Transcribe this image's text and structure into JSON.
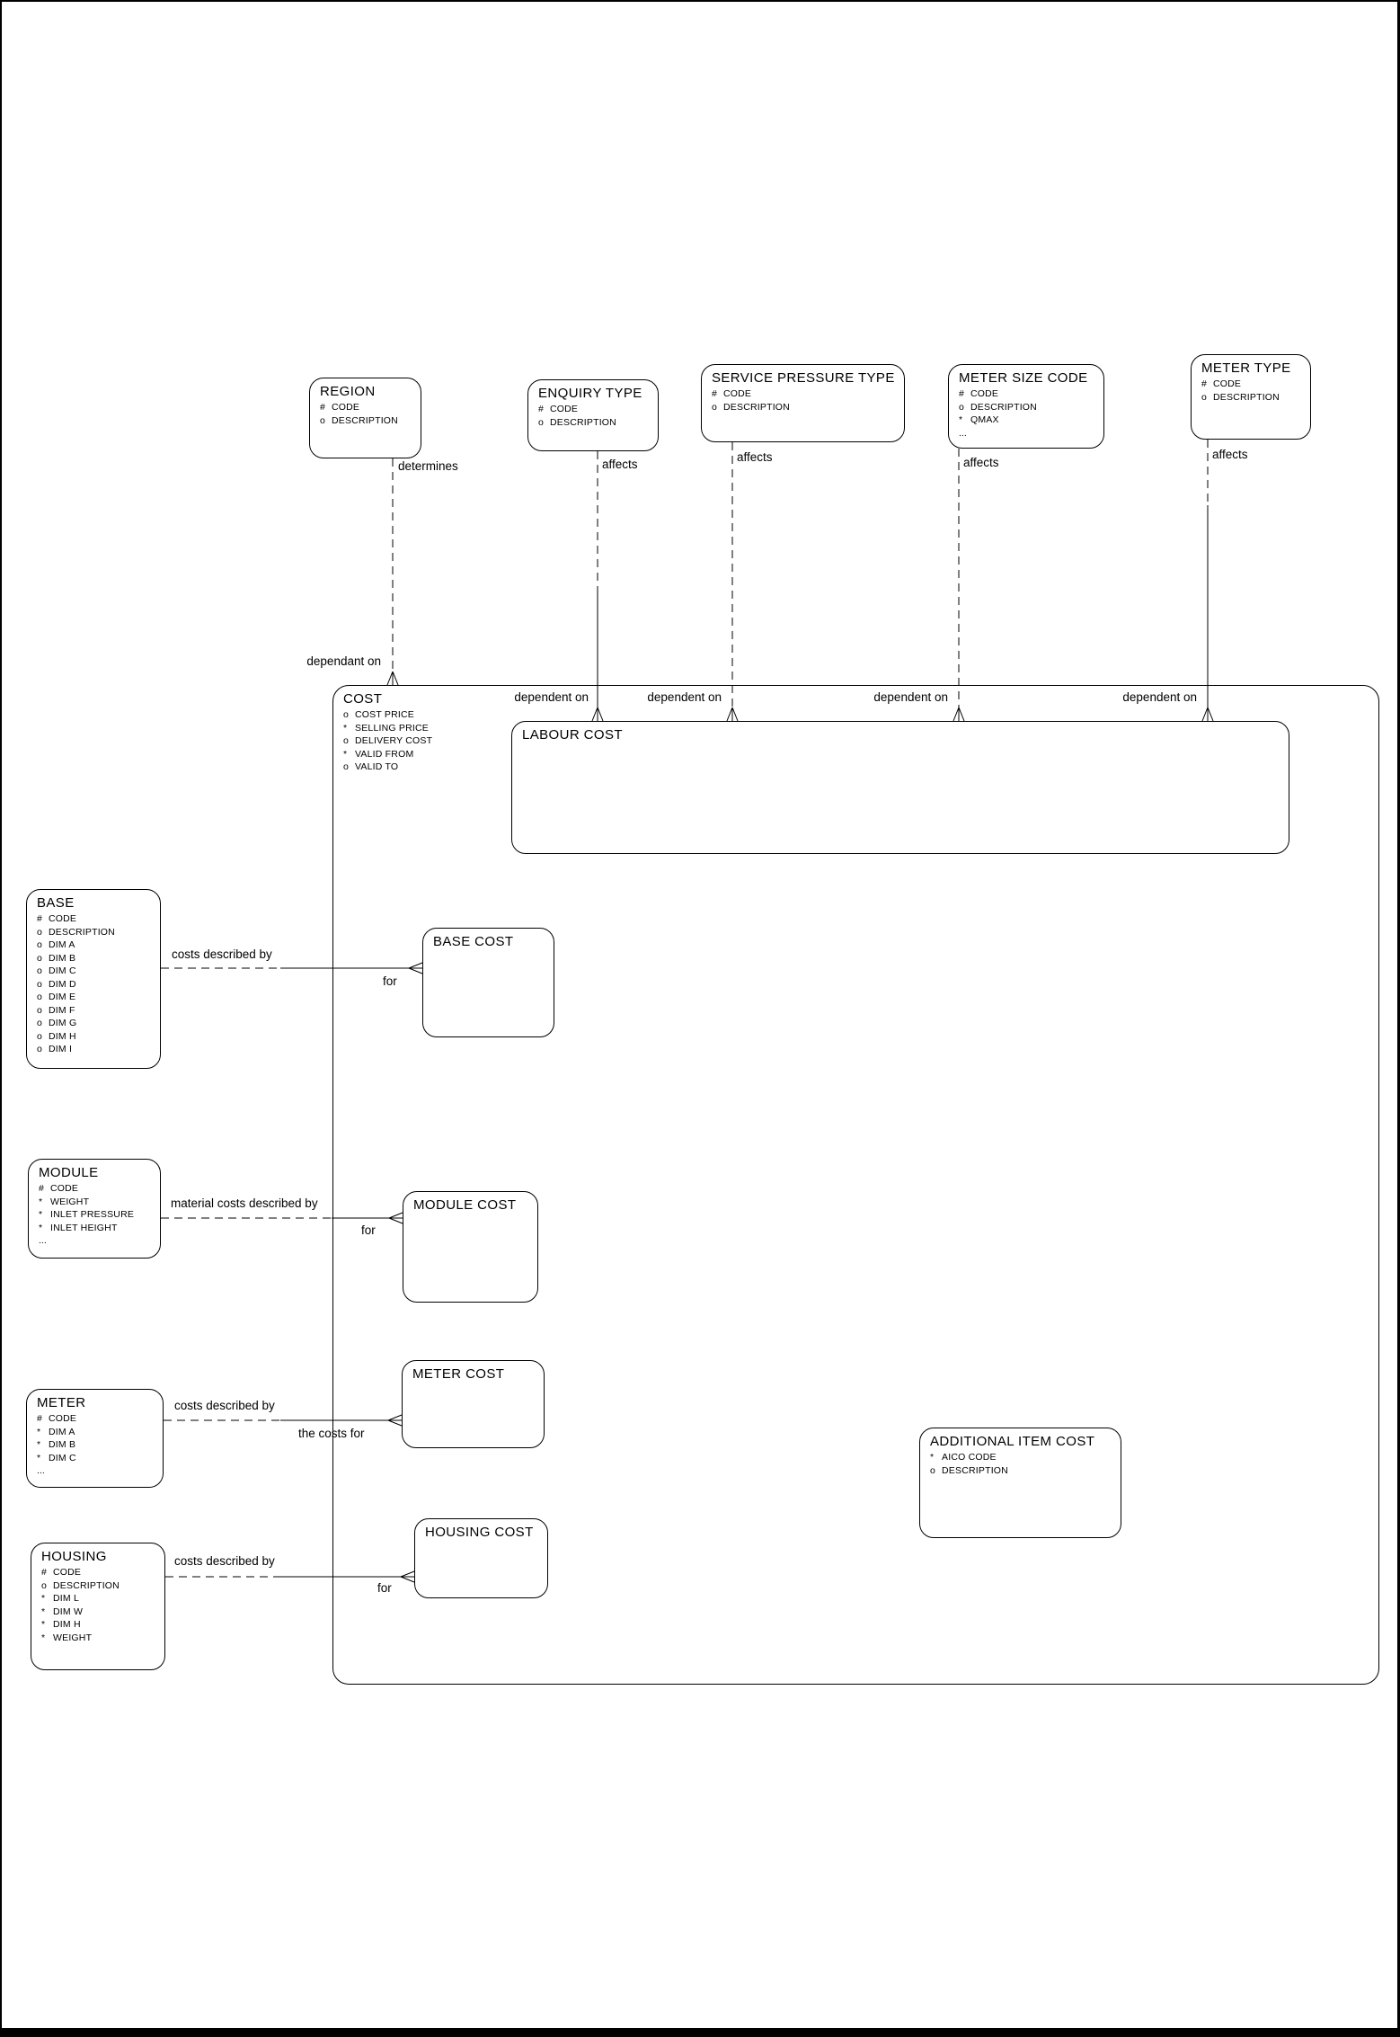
{
  "diagram": {
    "entities": {
      "region": {
        "title": "REGION",
        "attrs": [
          {
            "m": "#",
            "t": "CODE"
          },
          {
            "m": "o",
            "t": "DESCRIPTION"
          }
        ]
      },
      "enquiry_type": {
        "title": "ENQUIRY TYPE",
        "attrs": [
          {
            "m": "#",
            "t": "CODE"
          },
          {
            "m": "o",
            "t": "DESCRIPTION"
          }
        ]
      },
      "service_pressure_type": {
        "title": "SERVICE PRESSURE TYPE",
        "attrs": [
          {
            "m": "#",
            "t": "CODE"
          },
          {
            "m": "o",
            "t": "DESCRIPTION"
          }
        ]
      },
      "meter_size_code": {
        "title": "METER SIZE CODE",
        "attrs": [
          {
            "m": "#",
            "t": "CODE"
          },
          {
            "m": "o",
            "t": "DESCRIPTION"
          },
          {
            "m": "*",
            "t": "QMAX"
          },
          {
            "m": "...",
            "t": ""
          }
        ]
      },
      "meter_type": {
        "title": "METER TYPE",
        "attrs": [
          {
            "m": "#",
            "t": "CODE"
          },
          {
            "m": "o",
            "t": "DESCRIPTION"
          }
        ]
      },
      "cost": {
        "title": "COST",
        "attrs": [
          {
            "m": "o",
            "t": "COST PRICE"
          },
          {
            "m": "*",
            "t": "SELLING PRICE"
          },
          {
            "m": "o",
            "t": "DELIVERY COST"
          },
          {
            "m": "*",
            "t": "VALID FROM"
          },
          {
            "m": "o",
            "t": "VALID TO"
          }
        ]
      },
      "labour_cost": {
        "title": "LABOUR COST",
        "attrs": []
      },
      "base": {
        "title": "BASE",
        "attrs": [
          {
            "m": "#",
            "t": "CODE"
          },
          {
            "m": "o",
            "t": "DESCRIPTION"
          },
          {
            "m": "o",
            "t": "DIM A"
          },
          {
            "m": "o",
            "t": "DIM B"
          },
          {
            "m": "o",
            "t": "DIM C"
          },
          {
            "m": "o",
            "t": "DIM D"
          },
          {
            "m": "o",
            "t": "DIM E"
          },
          {
            "m": "o",
            "t": "DIM F"
          },
          {
            "m": "o",
            "t": "DIM G"
          },
          {
            "m": "o",
            "t": "DIM H"
          },
          {
            "m": "o",
            "t": "DIM I"
          }
        ]
      },
      "base_cost": {
        "title": "BASE COST",
        "attrs": []
      },
      "module": {
        "title": "MODULE",
        "attrs": [
          {
            "m": "#",
            "t": "CODE"
          },
          {
            "m": "*",
            "t": "WEIGHT"
          },
          {
            "m": "*",
            "t": "INLET PRESSURE"
          },
          {
            "m": "*",
            "t": "INLET HEIGHT"
          },
          {
            "m": "...",
            "t": ""
          }
        ]
      },
      "module_cost": {
        "title": "MODULE COST",
        "attrs": []
      },
      "meter": {
        "title": "METER",
        "attrs": [
          {
            "m": "#",
            "t": "CODE"
          },
          {
            "m": "*",
            "t": "DIM A"
          },
          {
            "m": "*",
            "t": "DIM B"
          },
          {
            "m": "*",
            "t": "DIM C"
          },
          {
            "m": "...",
            "t": ""
          }
        ]
      },
      "meter_cost": {
        "title": "METER COST",
        "attrs": []
      },
      "housing": {
        "title": "HOUSING",
        "attrs": [
          {
            "m": "#",
            "t": "CODE"
          },
          {
            "m": "o",
            "t": "DESCRIPTION"
          },
          {
            "m": "*",
            "t": "DIM L"
          },
          {
            "m": "*",
            "t": "DIM W"
          },
          {
            "m": "*",
            "t": "DIM H"
          },
          {
            "m": "*",
            "t": "WEIGHT"
          }
        ]
      },
      "housing_cost": {
        "title": "HOUSING COST",
        "attrs": []
      },
      "additional_item_cost": {
        "title": "ADDITIONAL ITEM COST",
        "attrs": [
          {
            "m": "*",
            "t": "AICO CODE"
          },
          {
            "m": "o",
            "t": "DESCRIPTION"
          }
        ]
      }
    },
    "relationships": {
      "region_cost": {
        "from_label": "determines",
        "to_label": "dependant on"
      },
      "enquiry_labour": {
        "from_label": "affects",
        "to_label": "dependent on"
      },
      "service_labour": {
        "from_label": "affects",
        "to_label": "dependent on"
      },
      "metersize_labour": {
        "from_label": "affects",
        "to_label": "dependent on"
      },
      "metertype_labour": {
        "from_label": "affects",
        "to_label": "dependent on"
      },
      "base_basecost": {
        "from_label": "costs described by",
        "to_label": "for"
      },
      "module_modulecost": {
        "from_label": "material costs described by",
        "to_label": "for"
      },
      "meter_metercost": {
        "from_label": "costs described by",
        "to_label": "the costs for"
      },
      "housing_housingcost": {
        "from_label": "costs described by",
        "to_label": "for"
      }
    }
  }
}
